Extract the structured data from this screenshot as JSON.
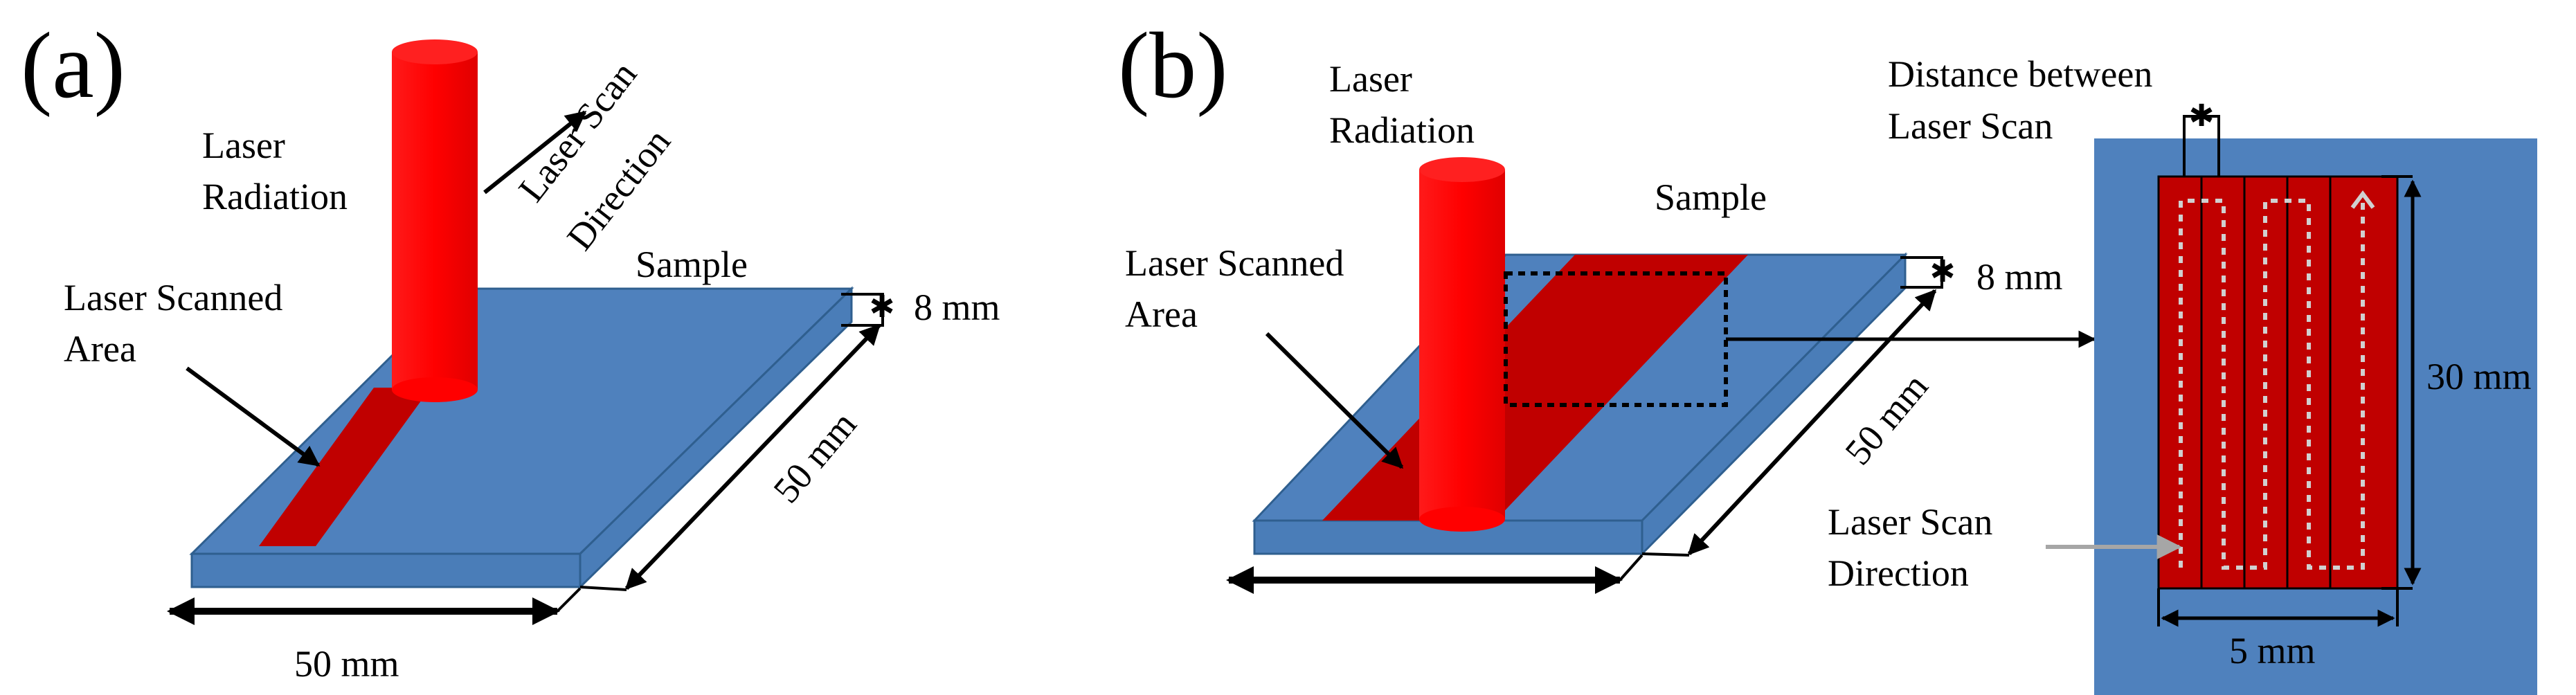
{
  "colors": {
    "plate_top": "#4f81bd",
    "plate_side": "#4a7db8",
    "plate_edge": "#2f5f8f",
    "scan_area": "#c00000",
    "laser_beam": "#ff0000",
    "scan_path": "#d0d0d0",
    "arrow": "#000000"
  },
  "panel_a": {
    "tag": "(a)",
    "laser_radiation": [
      "Laser",
      "Radiation"
    ],
    "laser_scan_direction": [
      "Laser Scan",
      "Direction"
    ],
    "sample": "Sample",
    "laser_scanned_area": [
      "Laser Scanned",
      "Area"
    ],
    "thickness": "8 mm",
    "depth": "50 mm",
    "width": "50 mm"
  },
  "panel_b": {
    "tag": "(b)",
    "laser_radiation": [
      "Laser",
      "Radiation"
    ],
    "sample": "Sample",
    "laser_scanned_area": [
      "Laser Scanned",
      "Area"
    ],
    "thickness": "8 mm",
    "depth": "50 mm",
    "distance_between": [
      "Distance between",
      "Laser Scan"
    ],
    "length": "30 mm",
    "width": "5 mm",
    "laser_scan_direction": [
      "Laser Scan",
      "Direction"
    ]
  }
}
